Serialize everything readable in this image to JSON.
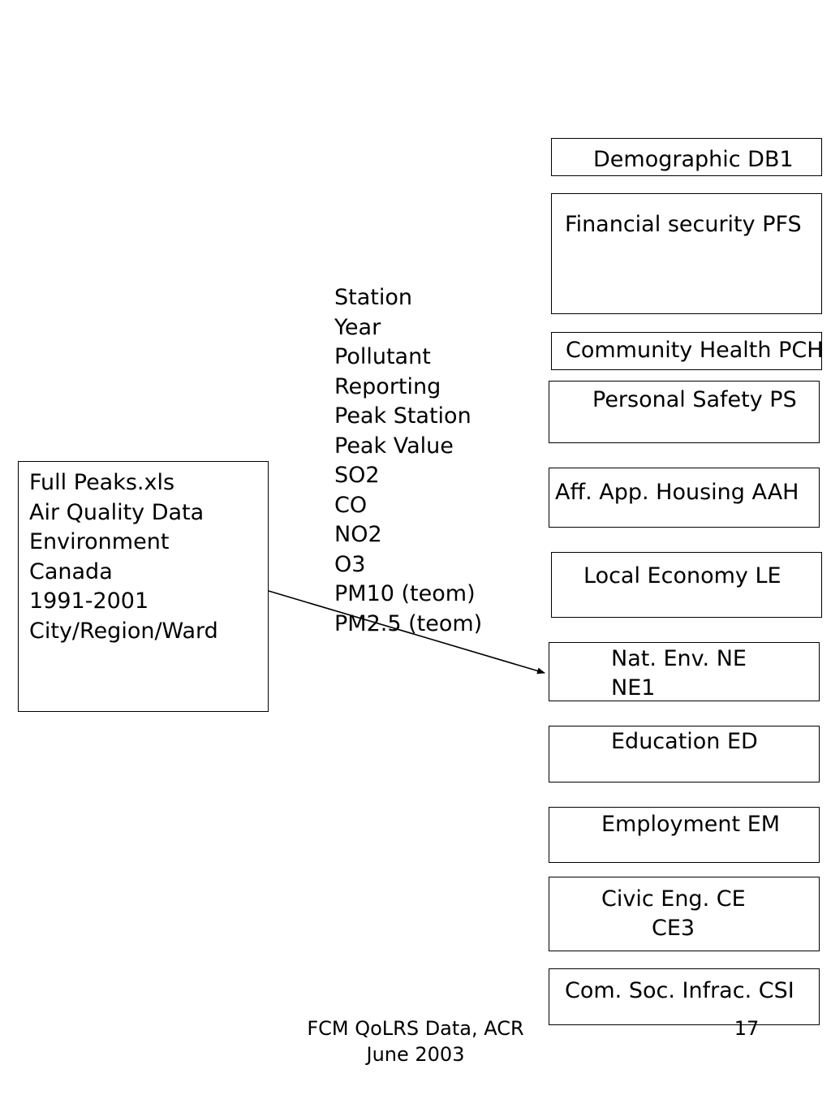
{
  "source": {
    "lines": [
      "Full Peaks.xls",
      "Air Quality Data",
      "Environment",
      "Canada",
      "1991-2001",
      "City/Region/Ward"
    ]
  },
  "fields": [
    "Station",
    "Year",
    "Pollutant",
    "Reporting",
    "Peak Station",
    "Peak Value",
    "SO2",
    "CO",
    "NO2",
    "O3",
    "PM10 (teom)",
    "PM2.5 (teom)"
  ],
  "categories": [
    {
      "label": "Demographic DB1"
    },
    {
      "label": "Financial security PFS"
    },
    {
      "label": "Community Health PCH"
    },
    {
      "label": "Personal Safety PS"
    },
    {
      "label": "Aff. App. Housing AAH"
    },
    {
      "label": "Local Economy LE"
    },
    {
      "label": "Nat. Env. NE",
      "sub": "NE1"
    },
    {
      "label": "Education ED"
    },
    {
      "label": "Employment EM"
    },
    {
      "label": "Civic Eng. CE",
      "sub": "CE3"
    },
    {
      "label": "Com. Soc. Infrac. CSI"
    }
  ],
  "footer": {
    "line1": "FCM QoLRS Data, ACR",
    "line2": "June 2003",
    "page": "17"
  }
}
